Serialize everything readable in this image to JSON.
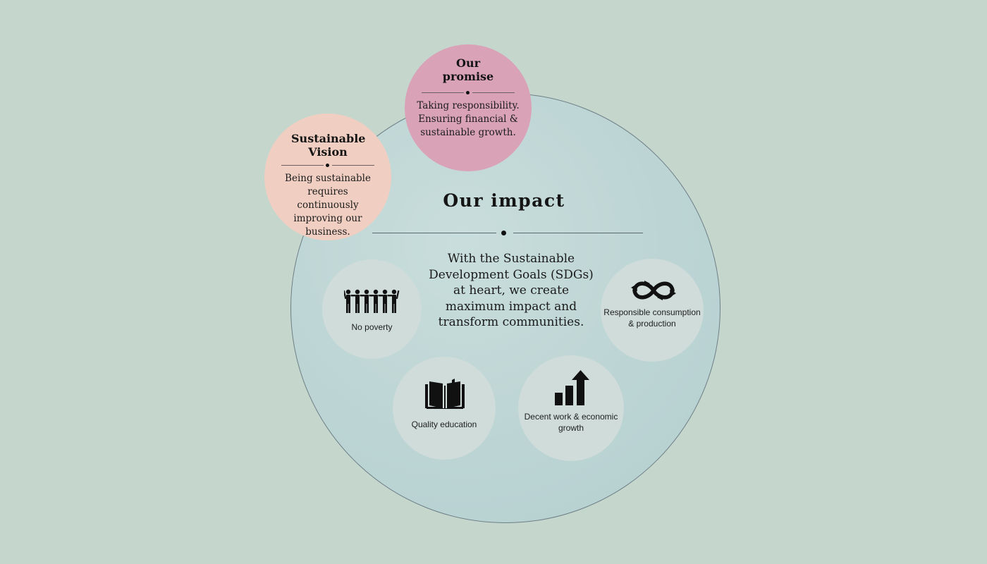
{
  "impact": {
    "title": "Our impact",
    "text": "With the Sustainable Development Goals (SDGs) at heart, we create maximum impact and transform communities."
  },
  "promise": {
    "title": "Our promise",
    "text": "Taking responsibility. Ensuring financial & sustainable growth.",
    "color": "#d9a2b7"
  },
  "vision": {
    "title": "Sustainable Vision",
    "text": "Being sustainable requires continuously improving our business.",
    "color": "#f0cfc2"
  },
  "goals": {
    "poverty": {
      "label": "No poverty",
      "icon": "people-group-icon"
    },
    "consumption": {
      "label": "Responsible consumption & production",
      "icon": "infinity-arrows-icon"
    },
    "education": {
      "label": "Quality education",
      "icon": "open-book-icon"
    },
    "work": {
      "label": "Decent work & economic growth",
      "icon": "growth-chart-icon"
    }
  }
}
